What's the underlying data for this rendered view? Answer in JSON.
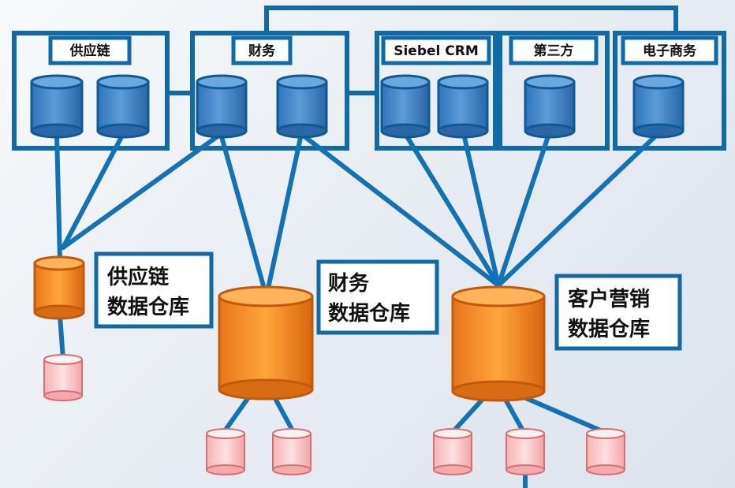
{
  "sources": [
    {
      "id": "supply",
      "label": "供应链"
    },
    {
      "id": "finance",
      "label": "财务"
    },
    {
      "id": "crm",
      "label": "Siebel CRM"
    },
    {
      "id": "third",
      "label": "第三方"
    },
    {
      "id": "ecom",
      "label": "电子商务"
    }
  ],
  "warehouses": [
    {
      "id": "supply_wh",
      "line1": "供应链",
      "line2": "数据仓库"
    },
    {
      "id": "finance_wh",
      "line1": "财务",
      "line2": "数据仓库"
    },
    {
      "id": "customer_wh",
      "line1": "客户营销",
      "line2": "数据仓库"
    }
  ],
  "colors": {
    "frame": "#0e6aa8",
    "source_db": "#3b82c9",
    "warehouse_db": "#f08a1c",
    "mart_db": "#f6b6b8"
  }
}
